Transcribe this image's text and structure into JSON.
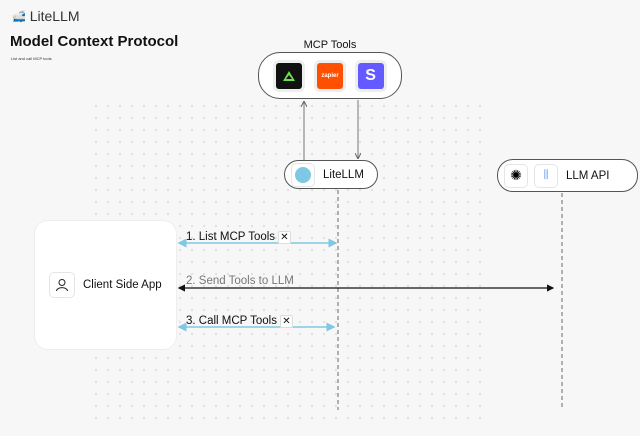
{
  "header": {
    "brand": "LiteLLM",
    "title": "Model Context Protocol",
    "subtitle": "List and call MCP tools"
  },
  "mcp_tools": {
    "title": "MCP Tools",
    "tools": [
      {
        "name": "mcp-tool-a",
        "color": "#111111"
      },
      {
        "name": "zapier",
        "label": "zapier",
        "color": "#ff4f00"
      },
      {
        "name": "stripe",
        "label": "S",
        "color": "#635bff"
      }
    ]
  },
  "nodes": {
    "litellm": "LiteLLM",
    "llm_api": "LLM API",
    "client": "Client Side App"
  },
  "messages": [
    {
      "label": "1. List MCP Tools",
      "color": "#7ec8e3"
    },
    {
      "label": "2. Send Tools to LLM",
      "color": "#111111"
    },
    {
      "label": "3. Call MCP Tools",
      "color": "#7ec8e3"
    }
  ]
}
